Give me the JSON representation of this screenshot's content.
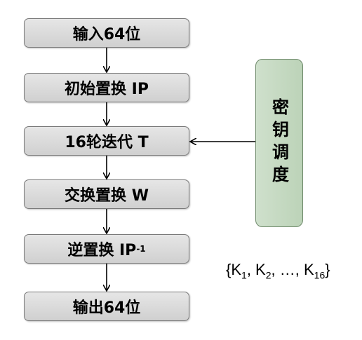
{
  "steps": [
    {
      "label": "输入64位"
    },
    {
      "label": "初始置换 IP"
    },
    {
      "label": "16轮迭代 T"
    },
    {
      "label": "交换置换 W"
    },
    {
      "label": "逆置换 IP",
      "sup": "-1"
    },
    {
      "label": "输出64位"
    }
  ],
  "key_schedule": {
    "label": "密钥调度"
  },
  "subkeys": {
    "open": "{K",
    "k1_sub": "1",
    "sep1": ", K",
    "k2_sub": "2",
    "sep2": ", …, K",
    "k16_sub": "16",
    "close": "}"
  }
}
